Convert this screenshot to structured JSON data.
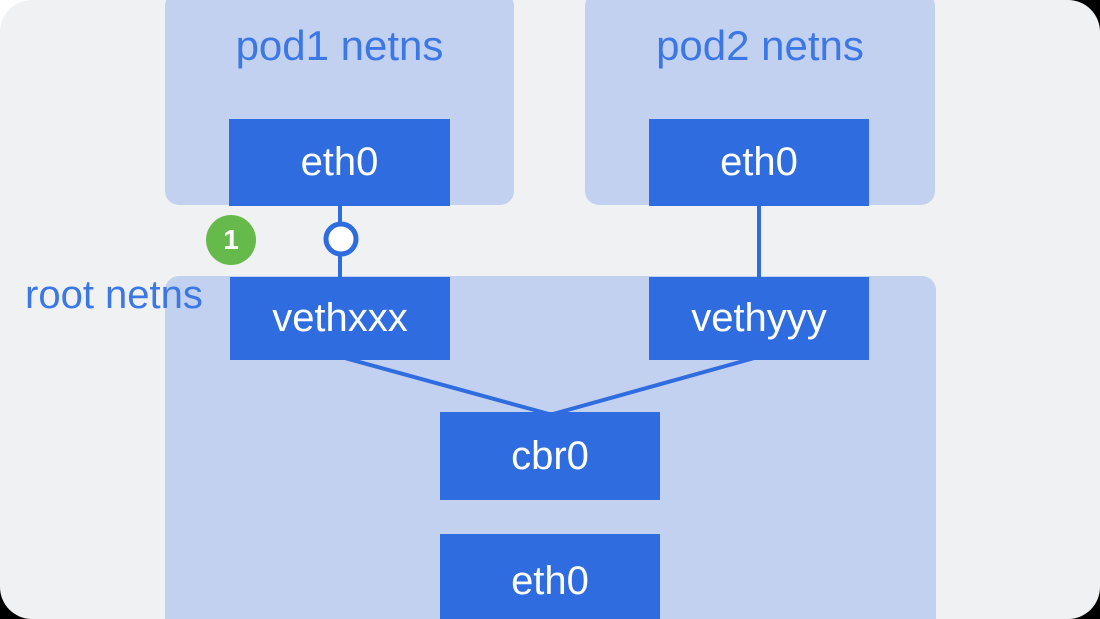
{
  "diagram": {
    "namespaces": {
      "pod1": {
        "label": "pod1 netns",
        "interface": "eth0"
      },
      "pod2": {
        "label": "pod2 netns",
        "interface": "eth0"
      },
      "root": {
        "label": "root netns",
        "interfaces": {
          "veth_left": "vethxxx",
          "veth_right": "vethyyy",
          "bridge": "cbr0",
          "uplink": "eth0"
        }
      }
    },
    "callout": {
      "number": "1"
    },
    "connections": [
      "pod1.eth0 - vethxxx (via veth endpoint marker)",
      "pod2.eth0 - vethyyy",
      "vethxxx - cbr0",
      "vethyyy - cbr0"
    ],
    "colors": {
      "node_blue": "#2f6ce0",
      "namespace_blue": "#c3d1f0",
      "canvas_gray": "#f0f1f2",
      "callout_green": "#65ba4b",
      "label_blue": "#3c77e6",
      "node_text": "#ffffff"
    }
  }
}
